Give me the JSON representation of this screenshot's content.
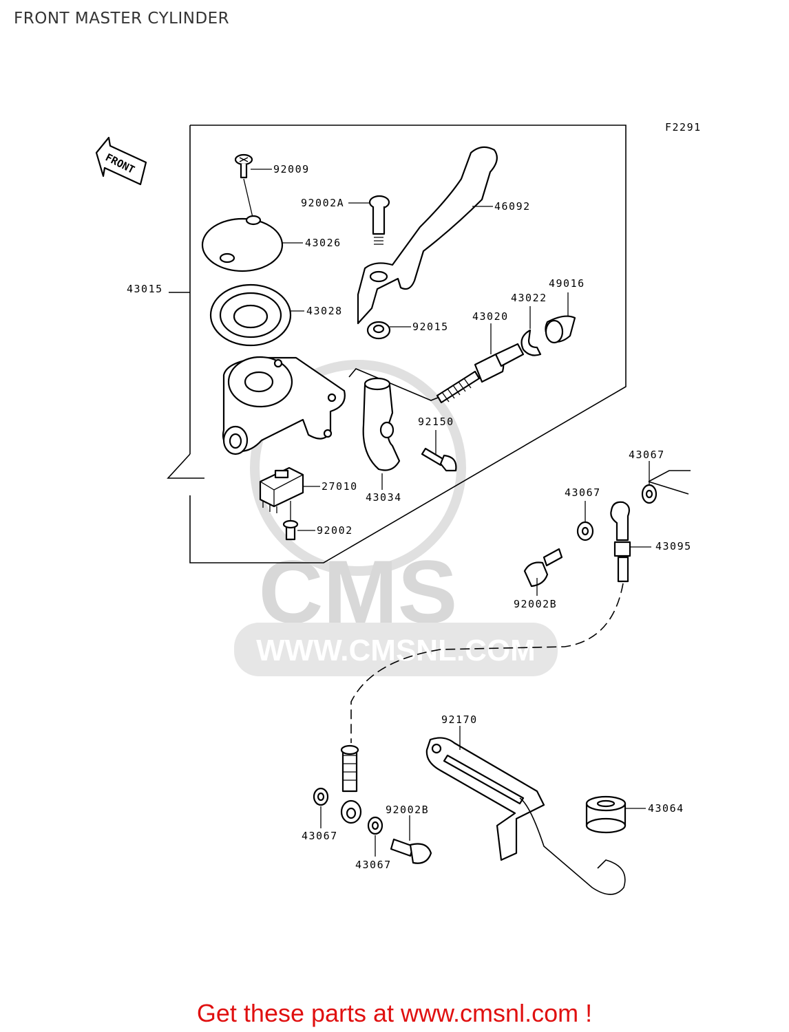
{
  "page": {
    "title": "FRONT MASTER CYLINDER",
    "diagram_code": "F2291",
    "front_marker": "FRONT",
    "footer": "Get these parts at www.cmsnl.com !"
  },
  "watermark": {
    "logo_text": "CMS",
    "url_text": "WWW.CMSNL.COM"
  },
  "colors": {
    "footer_text": "#e01010",
    "line": "#000000",
    "watermark": "#d8d8d8"
  },
  "callouts": [
    "92009",
    "92002A",
    "46092",
    "43026",
    "43015",
    "43028",
    "49016",
    "43022",
    "43020",
    "92015",
    "92150",
    "43067",
    "27010",
    "43034",
    "43067",
    "92002",
    "43095",
    "92002B",
    "92170",
    "43064",
    "92002B",
    "43067",
    "43067"
  ]
}
